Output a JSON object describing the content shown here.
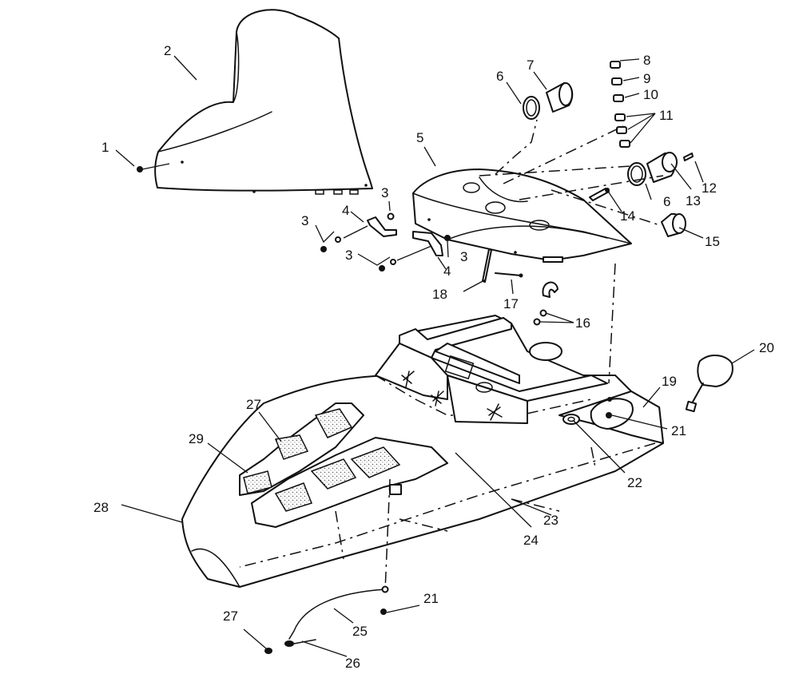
{
  "callouts": [
    {
      "id": "c1",
      "label": "1"
    },
    {
      "id": "c2",
      "label": "2"
    },
    {
      "id": "c3a",
      "label": "3"
    },
    {
      "id": "c3b",
      "label": "3"
    },
    {
      "id": "c3c",
      "label": "3"
    },
    {
      "id": "c3d",
      "label": "3"
    },
    {
      "id": "c4a",
      "label": "4"
    },
    {
      "id": "c4b",
      "label": "4"
    },
    {
      "id": "c5",
      "label": "5"
    },
    {
      "id": "c6a",
      "label": "6"
    },
    {
      "id": "c6b",
      "label": "6"
    },
    {
      "id": "c7",
      "label": "7"
    },
    {
      "id": "c8",
      "label": "8"
    },
    {
      "id": "c9",
      "label": "9"
    },
    {
      "id": "c10",
      "label": "10"
    },
    {
      "id": "c11",
      "label": "11"
    },
    {
      "id": "c12",
      "label": "12"
    },
    {
      "id": "c13",
      "label": "13"
    },
    {
      "id": "c14",
      "label": "14"
    },
    {
      "id": "c15",
      "label": "15"
    },
    {
      "id": "c16",
      "label": "16"
    },
    {
      "id": "c17",
      "label": "17"
    },
    {
      "id": "c18",
      "label": "18"
    },
    {
      "id": "c19",
      "label": "19"
    },
    {
      "id": "c20",
      "label": "20"
    },
    {
      "id": "c21a",
      "label": "21"
    },
    {
      "id": "c21b",
      "label": "21"
    },
    {
      "id": "c22",
      "label": "22"
    },
    {
      "id": "c23",
      "label": "23"
    },
    {
      "id": "c24",
      "label": "24"
    },
    {
      "id": "c25",
      "label": "25"
    },
    {
      "id": "c26",
      "label": "26"
    },
    {
      "id": "c27a",
      "label": "27"
    },
    {
      "id": "c27b",
      "label": "27"
    },
    {
      "id": "c28",
      "label": "28"
    },
    {
      "id": "c29",
      "label": "29"
    }
  ]
}
